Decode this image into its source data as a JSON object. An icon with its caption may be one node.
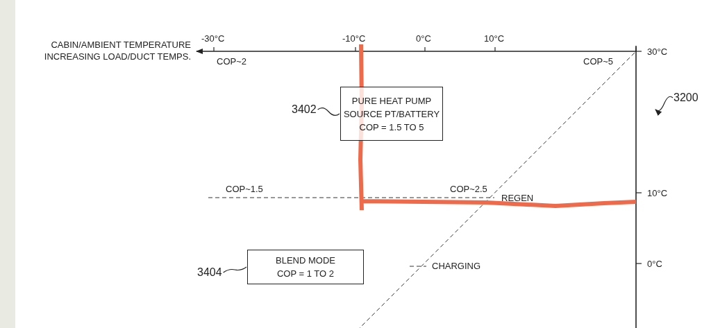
{
  "diagram": {
    "nodes": [
      {
        "text": [
          "3402"
        ]
      },
      {
        "text": [
          "PURE HEAT PUMP SOURCE PT/BATTERY COP = 1.5 TO 5"
        ]
      },
      {
        "text": [
          "3404"
        ]
      },
      {
        "text": [
          "BLEND MODE COP = 1 TO 2"
        ]
      },
      {
        "text": [
          "3200"
        ]
      }
    ],
    "edges": [
      {
        "from": 0,
        "to": 1,
        "arrow": "none"
      },
      {
        "from": 2,
        "to": 3,
        "arrow": "none"
      },
      {
        "from": 4,
        "to": null,
        "arrow": "to"
      }
    ],
    "labels": [
      "CABIN/AMBIENT TEMPERATURE INCREASING LOAD/DUCT TEMPS.",
      "-30°C",
      "-10°C",
      "0°C",
      "10°C",
      "30°C",
      "COP~2",
      "COP~5",
      "COP~1.5",
      "COP~2.5",
      "REGEN",
      "10°C",
      "0°C"
    ],
    "legend": [
      {
        "text": "CHARGING"
      }
    ]
  }
}
